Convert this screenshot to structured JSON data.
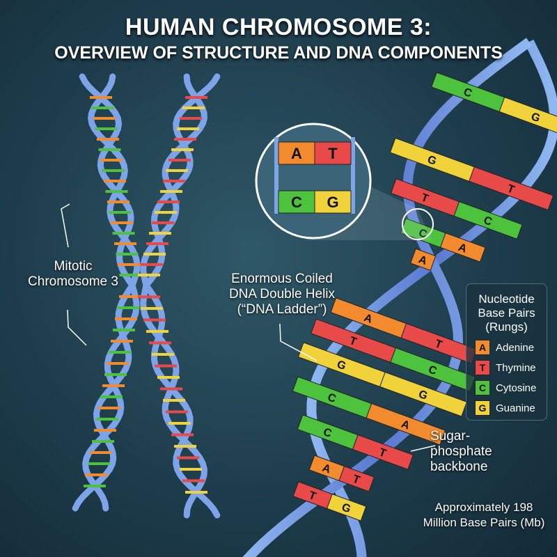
{
  "title": {
    "line1": "HUMAN CHROMOSOME 3:",
    "line2": "OVERVIEW OF STRUCTURE AND DNA COMPONENTS"
  },
  "labels": {
    "chromosome": [
      "Mitotic",
      "Chromosome 3"
    ],
    "helix": [
      "Enormous Coiled",
      "DNA Double Helix",
      "(“DNA Ladder”)"
    ],
    "backbone": [
      "Sugar-",
      "phosphate",
      "backbone"
    ],
    "size": [
      "Approximately 198",
      "Million Base Pairs (Mb)"
    ]
  },
  "legend": {
    "title": [
      "Nucleotide",
      "Base Pairs",
      "(Rungs)"
    ],
    "items": [
      {
        "letter": "A",
        "name": "Adenine",
        "color": "#f28a2e"
      },
      {
        "letter": "T",
        "name": "Thymine",
        "color": "#e84a4a"
      },
      {
        "letter": "C",
        "name": "Cytosine",
        "color": "#4cc23d"
      },
      {
        "letter": "G",
        "name": "Guanine",
        "color": "#f0d23a"
      }
    ]
  },
  "inset": {
    "pairs": [
      [
        "A",
        "T"
      ],
      [
        "C",
        "G"
      ]
    ]
  },
  "helix_rungs": [
    [
      "C",
      "G"
    ],
    [
      "G",
      "T"
    ],
    [
      "T",
      "C"
    ],
    [
      "C",
      "A"
    ],
    [
      "A",
      ""
    ],
    [
      "A",
      "T"
    ],
    [
      "T",
      "C"
    ],
    [
      "G",
      "G"
    ],
    [
      "C",
      "A"
    ],
    [
      "C",
      "T"
    ],
    [
      "A",
      "T"
    ],
    [
      "T",
      "G"
    ]
  ],
  "colors": {
    "A": "#f28a2e",
    "T": "#e84a4a",
    "C": "#4cc23d",
    "G": "#f0d23a",
    "backbone": "#6f8fe0"
  }
}
